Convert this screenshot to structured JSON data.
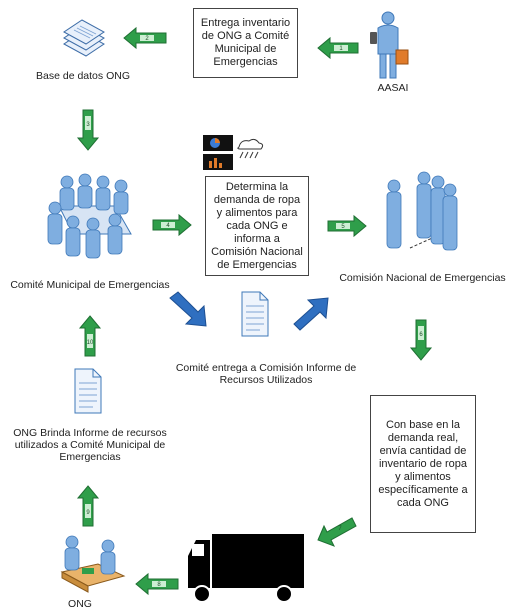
{
  "nodes": {
    "base_de_datos": "Base de datos ONG",
    "aasai": "AASAI",
    "comite_municipal": "Comité Municipal de Emergencias",
    "comision_nacional": "Comisión Nacional de Emergencias",
    "ong": "ONG"
  },
  "boxes": {
    "entrega_inventario": "Entrega inventario de ONG a Comité Municipal de Emergencias",
    "determina_demanda": "Determina la demanda de ropa y alimentos para cada ONG e informa a Comisión Nacional de Emergencias",
    "envia_cantidad": "Con base en la demanda real, envía cantidad de inventario de ropa y alimentos específicamente a cada ONG"
  },
  "captions": {
    "comite_entrega_informe": "Comité entrega a Comisión Informe de Recursos Utilizados",
    "ong_brinda_informe": "ONG Brinda Informe de recursos utilizados a Comité Municipal de Emergencias"
  },
  "steps": [
    "1",
    "2",
    "3",
    "4",
    "5",
    "6",
    "7",
    "8",
    "9",
    "10"
  ],
  "colors": {
    "step_arrow": "#2f9e4a",
    "step_arrow_light": "#cdeed3",
    "report_arrow": "#2f6fc0",
    "person_body": "#7faee0",
    "person_dark": "#3f78b8",
    "truck": "#000000"
  }
}
